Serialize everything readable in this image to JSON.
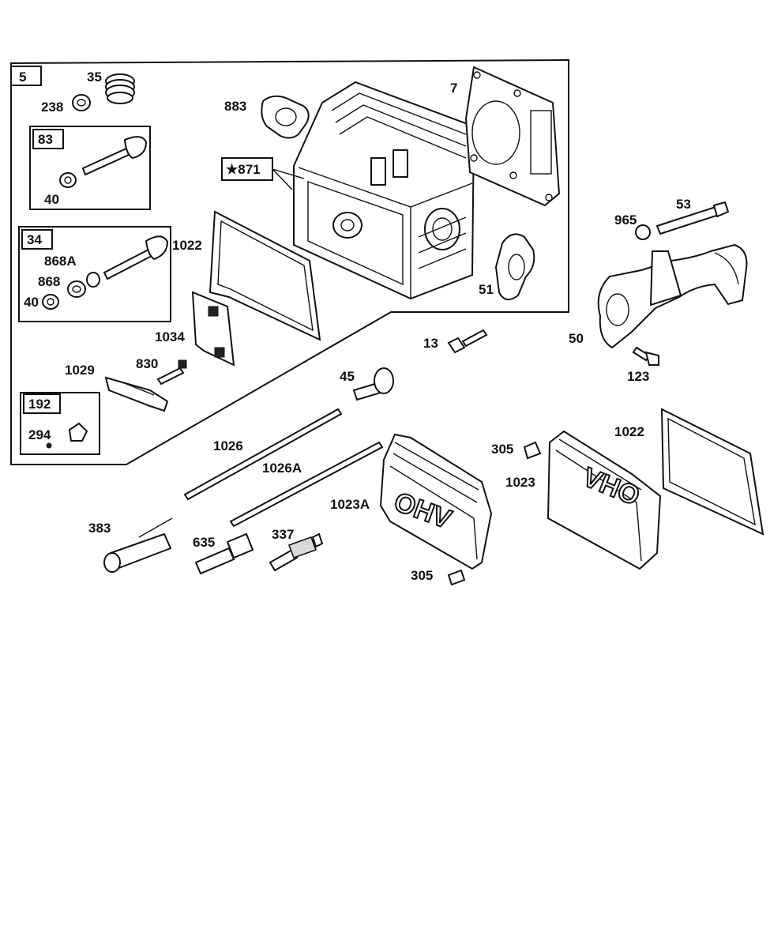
{
  "header": {
    "left_text": "",
    "right_text": ""
  },
  "callouts": {
    "group_5": "5",
    "p35": "35",
    "p238": "238",
    "group_83": "83",
    "p40a": "40",
    "group_34": "34",
    "p868a": "868A",
    "p868": "868",
    "p40b": "40",
    "p883": "883",
    "p871": "★871",
    "p7": "7",
    "p1022a": "1022",
    "p51": "51",
    "p1034": "1034",
    "p1029": "1029",
    "p830": "830",
    "group_192": "192",
    "p294": "294",
    "p13": "13",
    "p45": "45",
    "p965": "965",
    "p53": "53",
    "p50": "50",
    "p123": "123",
    "p1026": "1026",
    "p1026a": "1026A",
    "p383": "383",
    "p635": "635",
    "p337": "337",
    "p1023a": "1023A",
    "p305a": "305",
    "p305b": "305",
    "p1023": "1023",
    "p1022b": "1022"
  },
  "cover_text": "OHV"
}
